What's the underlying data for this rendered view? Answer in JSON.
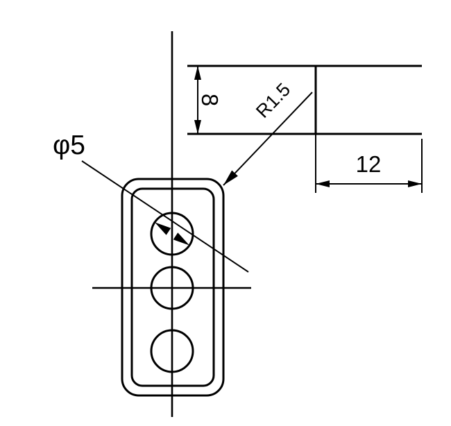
{
  "drawing": {
    "type": "engineering-dimension-drawing",
    "background_color": "#ffffff",
    "line_color": "#000000",
    "views": {
      "front_view": "rounded rectangular plate with inner slot outline and three holes on a vertical centerline",
      "side_view": "edge detail at top right showing plate thickness and edge step"
    },
    "dimensions": {
      "thickness_label": "8",
      "edge_distance_label": "12",
      "corner_radius_label": "R1.5",
      "hole_diameter_label": "φ5"
    },
    "feature_counts": {
      "holes": 3
    }
  }
}
